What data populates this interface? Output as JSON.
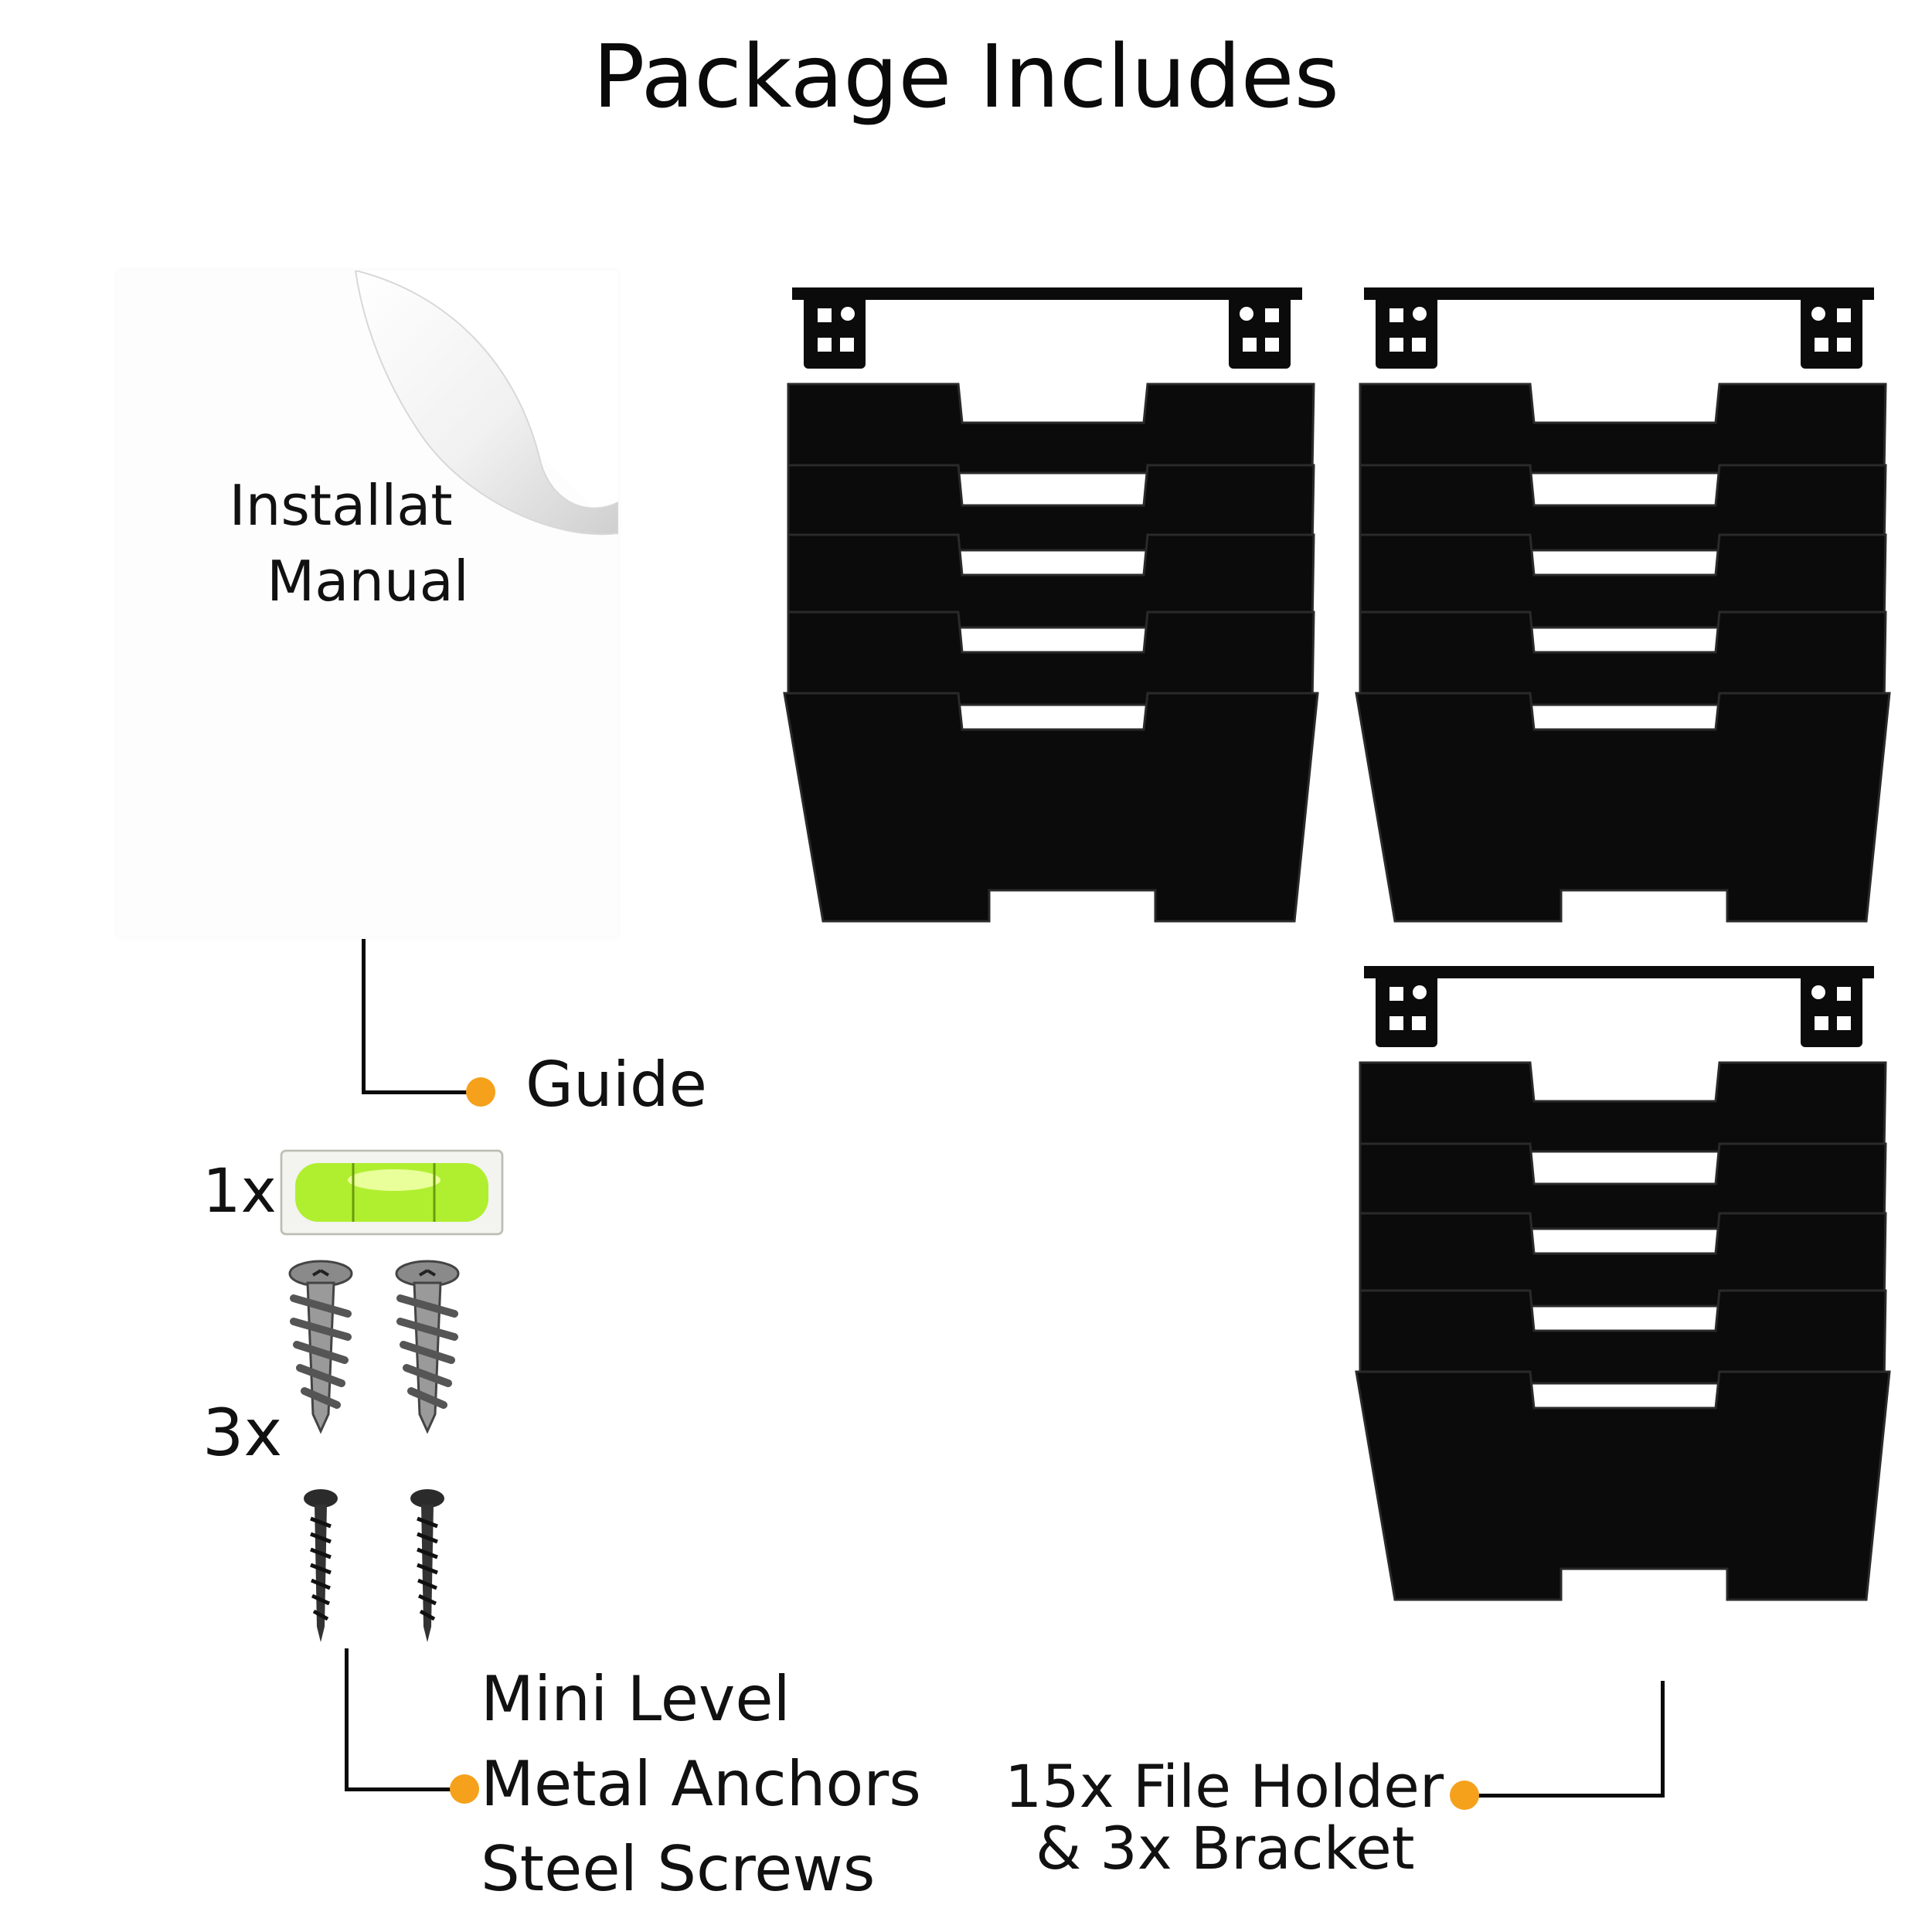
{
  "title": "Package Includes",
  "manual": {
    "line1": "Installat",
    "line2": "Manual"
  },
  "labels": {
    "guide": "Guide",
    "level_qty": "1x",
    "anchor_qty": "3x",
    "mini_level": "Mini Level",
    "metal_anchors": "Metal Anchors",
    "steel_screws": "Steel Screws",
    "file_holder_line1": "15x File Holder",
    "file_holder_line2": "& 3x Bracket"
  },
  "colors": {
    "accent_dot": "#f5a11c",
    "holder": "#0b0b0b",
    "level_liquid": "#a9ee1a"
  }
}
